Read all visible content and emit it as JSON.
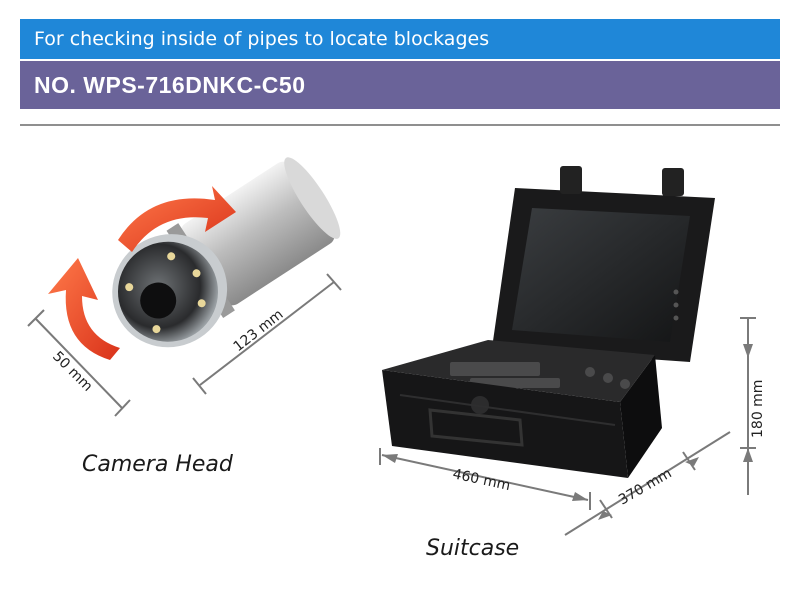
{
  "header": {
    "tagline": "For checking inside of pipes to locate blockages",
    "model": "NO. WPS-716DNKC-C50"
  },
  "camera": {
    "caption": "Camera Head",
    "dim_diameter": "50 mm",
    "dim_length": "123 mm"
  },
  "suitcase": {
    "caption": "Suitcase",
    "dim_width": "460 mm",
    "dim_depth": "370 mm",
    "dim_height": "180 mm"
  },
  "colors": {
    "tagline_bar": "#1f87d8",
    "model_bar": "#6a6399",
    "rotation_arrow": "#e8401e"
  }
}
